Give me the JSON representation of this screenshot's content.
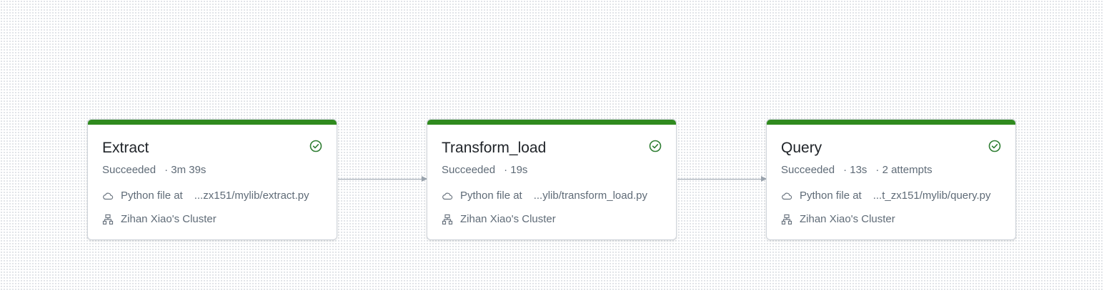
{
  "colors": {
    "success": "#2f8a1e",
    "success_icon": "#2e7d32",
    "edge": "#9aa3ad"
  },
  "tasks": [
    {
      "name": "Extract",
      "status": "Succeeded",
      "duration": "· 3m 39s",
      "attempts": "",
      "file_label": "Python file at",
      "file_path": "...zx151/mylib/extract.py",
      "cluster": "Zihan Xiao's Cluster",
      "status_icon": "check-circle-icon",
      "file_icon": "cloud-icon",
      "cluster_icon": "cluster-icon"
    },
    {
      "name": "Transform_load",
      "status": "Succeeded",
      "duration": "· 19s",
      "attempts": "",
      "file_label": "Python file at",
      "file_path": "...ylib/transform_load.py",
      "cluster": "Zihan Xiao's Cluster",
      "status_icon": "check-circle-icon",
      "file_icon": "cloud-icon",
      "cluster_icon": "cluster-icon"
    },
    {
      "name": "Query",
      "status": "Succeeded",
      "duration": "· 13s",
      "attempts": "· 2 attempts",
      "file_label": "Python file at",
      "file_path": "...t_zx151/mylib/query.py",
      "cluster": "Zihan Xiao's Cluster",
      "status_icon": "check-circle-icon",
      "file_icon": "cloud-icon",
      "cluster_icon": "cluster-icon"
    }
  ]
}
